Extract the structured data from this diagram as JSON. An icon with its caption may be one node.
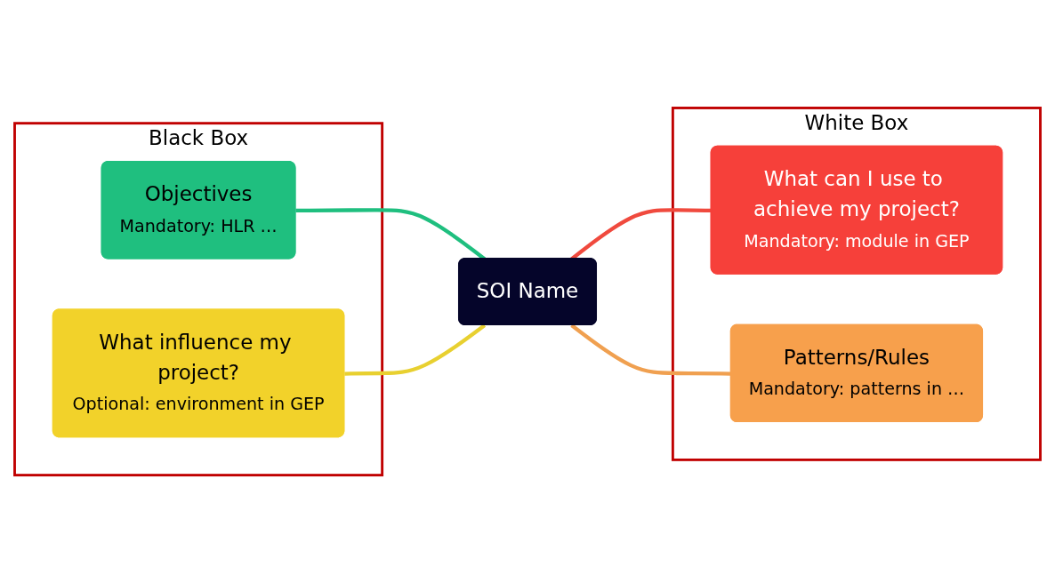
{
  "diagram": {
    "nodes": [
      {
        "text": [
          "Black Box"
        ]
      },
      {
        "text": [
          "Objectives",
          "Mandatory: HLR …"
        ],
        "in": 0
      },
      {
        "text": [
          "What influence my project?",
          "Optional: environment in GEP"
        ],
        "in": 0
      },
      {
        "text": [
          "White Box"
        ]
      },
      {
        "text": [
          "What can I use to achieve my project?",
          "Mandatory: module in GEP"
        ],
        "in": 3
      },
      {
        "text": [
          "Patterns/Rules",
          "Mandatory: patterns in …"
        ],
        "in": 3
      },
      {
        "text": [
          "SOI Name"
        ]
      }
    ],
    "edges": [
      {
        "from": 1,
        "to": 6,
        "arrow": "none",
        "color": "#1fbf7f"
      },
      {
        "from": 2,
        "to": 6,
        "arrow": "none",
        "color": "#e8d030"
      },
      {
        "from": 6,
        "to": 4,
        "arrow": "none",
        "color": "#f04a3e"
      },
      {
        "from": 6,
        "to": 5,
        "arrow": "none",
        "color": "#f0a050"
      }
    ]
  }
}
